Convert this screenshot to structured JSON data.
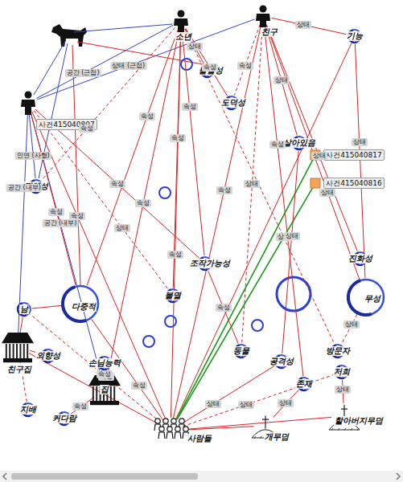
{
  "diagram": {
    "nodes": [
      {
        "text": [
          "소년"
        ]
      },
      {
        "text": [
          "친구"
        ]
      },
      {
        "text": [
          "사건415040807"
        ]
      },
      {
        "text": [
          "기능"
        ]
      },
      {
        "text": [
          "물질성"
        ]
      },
      {
        "text": [
          "도덕성"
        ]
      },
      {
        "text": [
          "살아있음"
        ]
      },
      {
        "text": [
          "사건415040817"
        ]
      },
      {
        "text": [
          "사건415040816"
        ]
      },
      {
        "text": [
          "정체성"
        ]
      },
      {
        "text": [
          "조작가능성"
        ]
      },
      {
        "text": [
          "진화성"
        ]
      },
      {
        "text": [
          "남"
        ]
      },
      {
        "text": [
          "다중적"
        ]
      },
      {
        "text": [
          "무성"
        ]
      },
      {
        "text": [
          "불멸"
        ]
      },
      {
        "text": [
          "동물"
        ]
      },
      {
        "text": [
          "공격성"
        ]
      },
      {
        "text": [
          "존재"
        ]
      },
      {
        "text": [
          "방문자"
        ]
      },
      {
        "text": [
          "저희"
        ]
      },
      {
        "text": [
          "친구집"
        ]
      },
      {
        "text": [
          "외향성"
        ]
      },
      {
        "text": [
          "손님능력"
        ]
      },
      {
        "text": [
          "집"
        ]
      },
      {
        "text": [
          "지배"
        ]
      },
      {
        "text": [
          "커다람"
        ]
      },
      {
        "text": [
          "사람들"
        ]
      },
      {
        "text": [
          "개무덤"
        ]
      },
      {
        "text": [
          "할아버지무덤"
        ]
      }
    ],
    "edges": [
      {
        "from": 2,
        "to": 0,
        "arrow": "none",
        "label": "공간 (근접)"
      },
      {
        "from": 2,
        "to": 1,
        "arrow": "none",
        "label": "상태 (근접)"
      },
      {
        "from": 0,
        "to": 4,
        "arrow": "none",
        "label": "상태"
      },
      {
        "from": 0,
        "to": 5,
        "arrow": "none",
        "label": "속성"
      },
      {
        "from": 0,
        "to": 9,
        "arrow": "none",
        "label": "속성"
      },
      {
        "from": 0,
        "to": 13,
        "arrow": "none",
        "label": "속성"
      },
      {
        "from": 0,
        "to": 15,
        "arrow": "none",
        "label": "속성"
      },
      {
        "from": 0,
        "to": 24,
        "arrow": "none",
        "label": "속성"
      },
      {
        "from": 0,
        "to": 27,
        "arrow": "none",
        "label": "속성"
      },
      {
        "from": 0,
        "to": 19,
        "arrow": "none",
        "label": "상태"
      },
      {
        "from": 0,
        "to": 10,
        "arrow": "none",
        "label": "속성"
      },
      {
        "from": 1,
        "to": 3,
        "arrow": "none",
        "label": "상태"
      },
      {
        "from": 1,
        "to": 6,
        "arrow": "none",
        "label": "상태"
      },
      {
        "from": 1,
        "to": 5,
        "arrow": "none",
        "label": "속성"
      },
      {
        "from": 1,
        "to": 14,
        "arrow": "none",
        "label": "상태"
      },
      {
        "from": 1,
        "to": 18,
        "arrow": "none",
        "label": "속성"
      },
      {
        "from": 1,
        "to": 27,
        "arrow": "none",
        "label": "속성"
      },
      {
        "from": 1,
        "to": 16,
        "arrow": "none",
        "label": "상태"
      },
      {
        "from": 1,
        "to": 11,
        "arrow": "none",
        "label": "상태"
      },
      {
        "from": 2,
        "to": 9,
        "arrow": "none",
        "label": "인연 (사형)"
      },
      {
        "from": 2,
        "to": 21,
        "arrow": "none",
        "label": "공간 (내부)"
      },
      {
        "from": 2,
        "to": 24,
        "arrow": "none",
        "label": "공간 (내부)"
      },
      {
        "from": 2,
        "to": 10,
        "arrow": "none",
        "label": "속성"
      },
      {
        "from": 2,
        "to": 13,
        "arrow": "none",
        "label": "속성"
      },
      {
        "from": 2,
        "to": 15,
        "arrow": "none",
        "label": "상태"
      },
      {
        "from": 2,
        "to": 27,
        "arrow": "none",
        "label": "속성"
      },
      {
        "from": 3,
        "to": 14,
        "arrow": "none",
        "label": "상태"
      },
      {
        "from": 3,
        "to": 27,
        "arrow": "none"
      },
      {
        "from": 27,
        "to": 7,
        "arrow": "none"
      },
      {
        "from": 27,
        "to": 8,
        "arrow": "none"
      },
      {
        "from": 27,
        "to": 13,
        "arrow": "none",
        "label": "속성"
      },
      {
        "from": 27,
        "to": 12,
        "arrow": "none",
        "label": "속성"
      },
      {
        "from": 27,
        "to": 28,
        "arrow": "none"
      },
      {
        "from": 27,
        "to": 29,
        "arrow": "none"
      },
      {
        "from": 27,
        "to": 21,
        "arrow": "none"
      },
      {
        "from": 27,
        "to": 17,
        "arrow": "none",
        "label": "상태"
      },
      {
        "from": 27,
        "to": 20,
        "arrow": "none",
        "label": "상태"
      },
      {
        "from": 24,
        "to": 23,
        "arrow": "none",
        "label": "속성"
      },
      {
        "from": 24,
        "to": 26,
        "arrow": "none",
        "label": "속성"
      },
      {
        "from": 21,
        "to": 12,
        "arrow": "none"
      },
      {
        "from": 21,
        "to": 22,
        "arrow": "none"
      },
      {
        "from": 21,
        "to": 25,
        "arrow": "none"
      },
      {
        "from": 28,
        "to": 18,
        "arrow": "none",
        "label": "상태"
      },
      {
        "from": 29,
        "to": 20,
        "arrow": "none",
        "label": "상태"
      },
      {
        "from": 13,
        "to": 12,
        "arrow": "none"
      },
      {
        "from": 14,
        "to": 19,
        "arrow": "none",
        "label": "상태"
      },
      {
        "from": 6,
        "to": 17,
        "arrow": "none",
        "label": "상태"
      },
      {
        "from": 10,
        "to": 16,
        "arrow": "none",
        "label": "속성"
      }
    ]
  }
}
